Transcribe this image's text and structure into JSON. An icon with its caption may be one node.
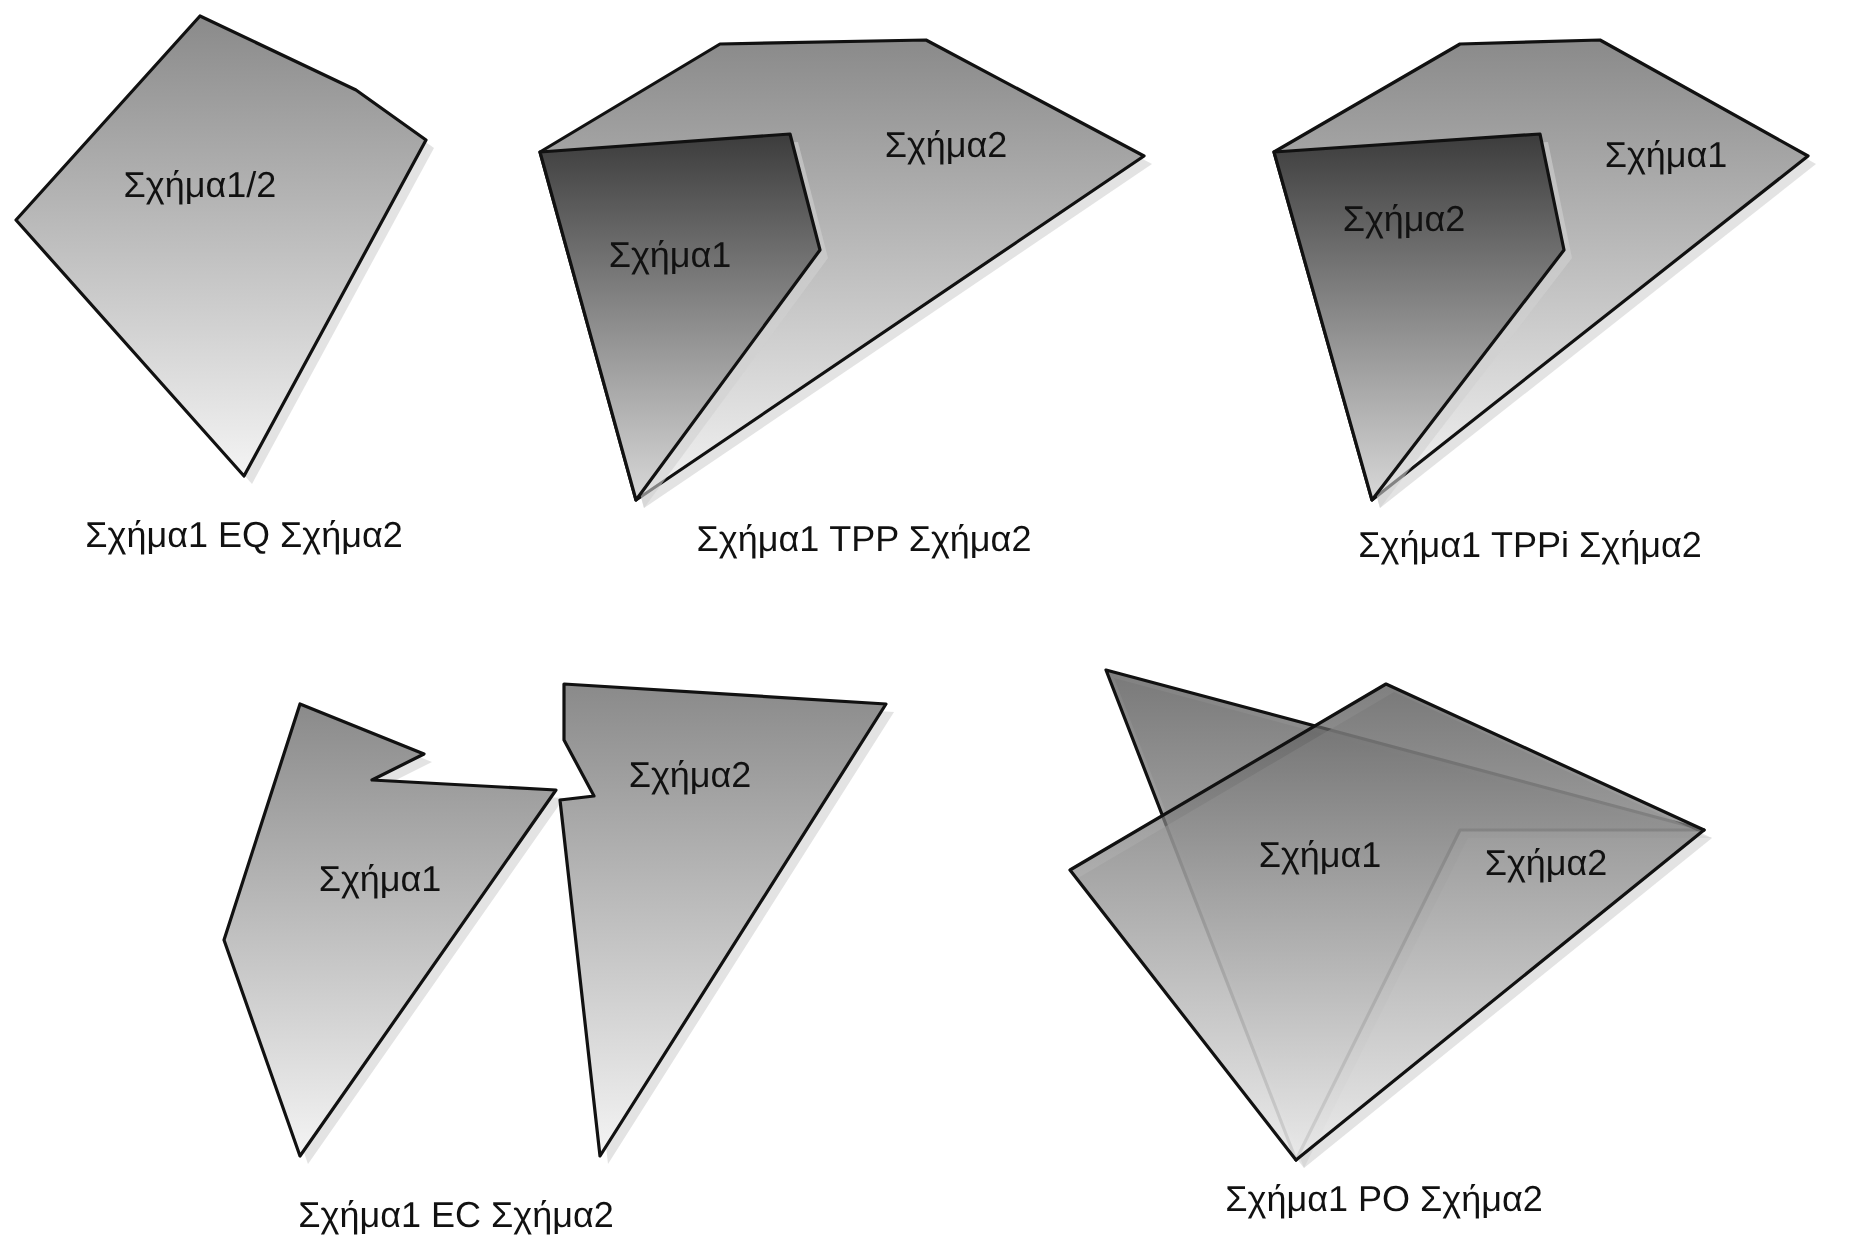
{
  "diagram": {
    "nodes": [
      {
        "text": [
          "Σχήμα1/2"
        ]
      },
      {
        "text": [
          "Σχήμα2"
        ]
      },
      {
        "text": [
          "Σχήμα1"
        ],
        "in": 1
      },
      {
        "text": [
          "Σχήμα1"
        ]
      },
      {
        "text": [
          "Σχήμα2"
        ],
        "in": 3
      },
      {
        "text": [
          "Σχήμα1"
        ]
      },
      {
        "text": [
          "Σχήμα2"
        ]
      },
      {
        "text": [
          "Σχήμα1"
        ]
      },
      {
        "text": [
          "Σχήμα2"
        ]
      }
    ],
    "labels": [
      "Σχήμα1 EQ Σχήμα2",
      "Σχήμα1 TPP Σχήμα2",
      "Σχήμα1 TPPi Σχήμα2",
      "Σχήμα1 EC Σχήμα2",
      "Σχήμα1 PO Σχήμα2"
    ]
  }
}
